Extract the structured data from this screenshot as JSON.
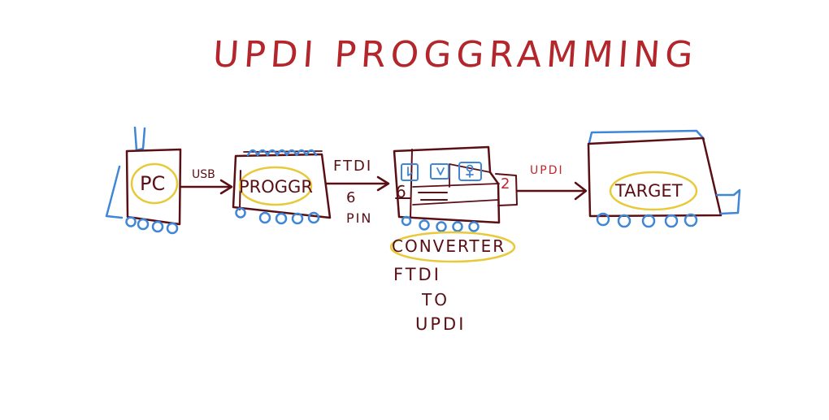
{
  "title": "UPDI PROGGRAMMING",
  "blocks": {
    "pc": "PC",
    "programmer": "PROGGR",
    "converter_left_num": "6",
    "converter_right_num": "2",
    "target": "TARGET"
  },
  "links": {
    "usb": "USB",
    "ftdi": "FTDI",
    "six": "6",
    "pin": "PIN",
    "updi": "UPDI"
  },
  "converter": {
    "label": "CONVERTER",
    "desc_line1": "FTDI",
    "desc_line2": "TO",
    "desc_line3": "UPDI"
  },
  "colors": {
    "ink": "#5a0f14",
    "title": "#b3262b",
    "accent_red": "#c0262d",
    "highlight": "#e8c93a",
    "wheels": "#3f86d6",
    "background": "#ffffff"
  }
}
